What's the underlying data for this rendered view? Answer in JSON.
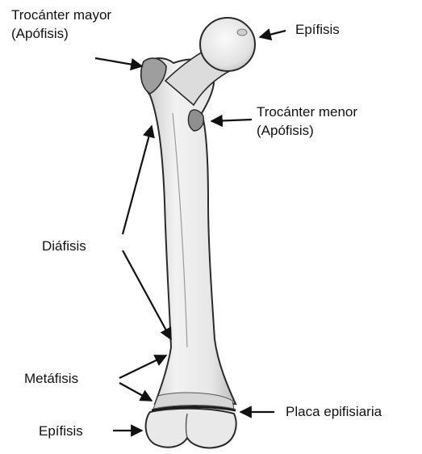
{
  "labels": {
    "greater_trochanter_line1": "Trocánter mayor",
    "greater_trochanter_line2": "(Apófisis)",
    "proximal_epiphysis": "Epífisis",
    "lesser_trochanter_line1": "Trocánter menor",
    "lesser_trochanter_line2": "(Apófisis)",
    "diaphysis": "Diáfisis",
    "metaphysis": "Metáfisis",
    "distal_epiphysis": "Epífisis",
    "epiphyseal_plate": "Placa epifisiaria"
  },
  "colors": {
    "ink": "#111111",
    "bone_fill": "#ececec",
    "bone_shade": "#bdbdbd",
    "bone_outline": "#2a2a2a"
  }
}
